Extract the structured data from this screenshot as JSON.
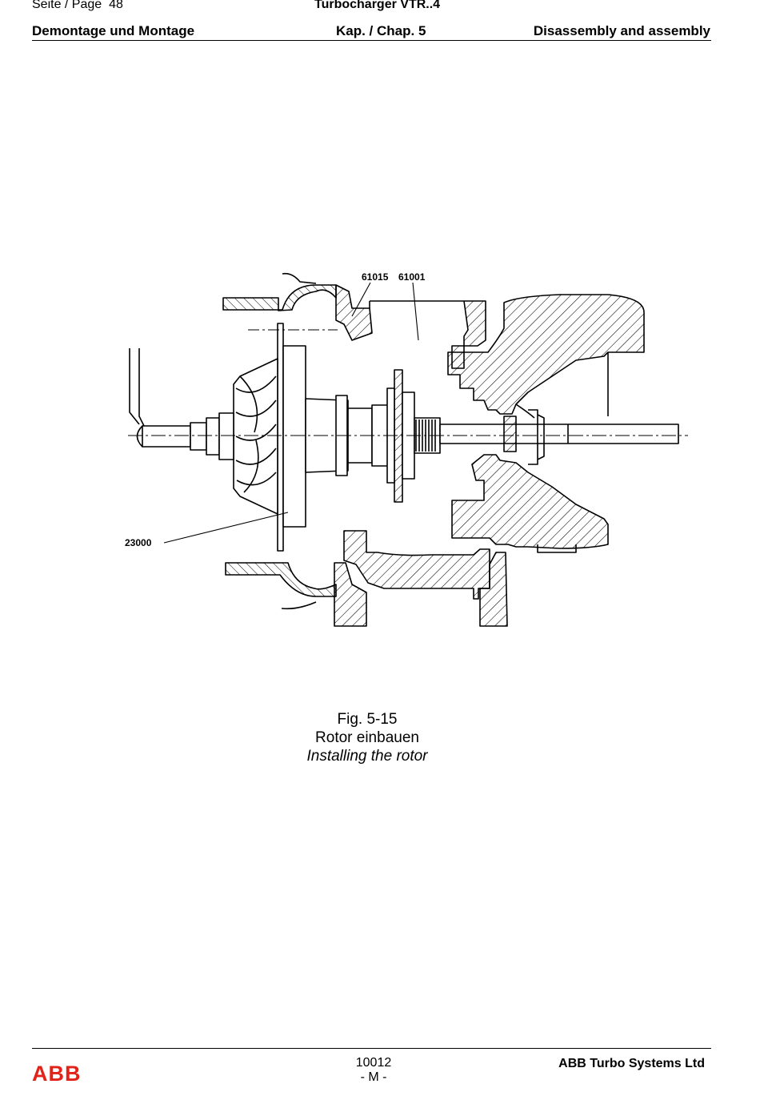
{
  "header": {
    "page_label": "Seite / Page",
    "page_number": "48",
    "document_title": "Turbocharger VTR..4",
    "section_de": "Demontage und Montage",
    "chapter": "Kap. / Chap. 5",
    "section_en": "Disassembly and assembly"
  },
  "figure": {
    "callouts": {
      "seal_part": "61015",
      "casing_part": "61001",
      "rotor_part": "23000"
    },
    "number": "Fig. 5-15",
    "caption_de": "Rotor einbauen",
    "caption_en": "Installing the rotor"
  },
  "footer": {
    "doc_number": "10012",
    "revision": "- M -",
    "logo_text": "ABB",
    "company": "ABB Turbo Systems Ltd",
    "logo_color": "#e2231a"
  }
}
